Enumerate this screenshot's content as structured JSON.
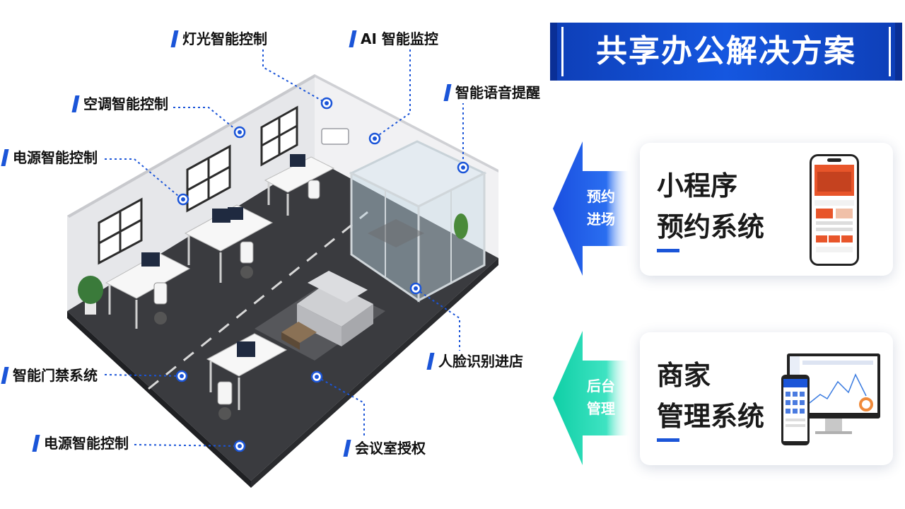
{
  "title": "共享办公解决方案",
  "callouts": {
    "lighting": "灯光智能控制",
    "ai_monitor": "AI 智能监控",
    "voice": "智能语音提醒",
    "ac": "空调智能控制",
    "power_top": "电源智能控制",
    "face": "人脸识别进店",
    "door": "智能门禁系统",
    "power_bottom": "电源智能控制",
    "meeting": "会议室授权"
  },
  "arrows": {
    "top": {
      "line1": "预约",
      "line2": "进场"
    },
    "bottom": {
      "line1": "后台",
      "line2": "管理"
    }
  },
  "cards": {
    "mini_program": {
      "line1": "小程序",
      "line2": "预约系统"
    },
    "merchant": {
      "line1": "商家",
      "line2": "管理系统"
    }
  },
  "colors": {
    "brand_blue": "#1b55d8",
    "arrow_blue": "#1a4fe0",
    "arrow_teal": "#1fd7b0",
    "app_orange": "#e8552a"
  }
}
